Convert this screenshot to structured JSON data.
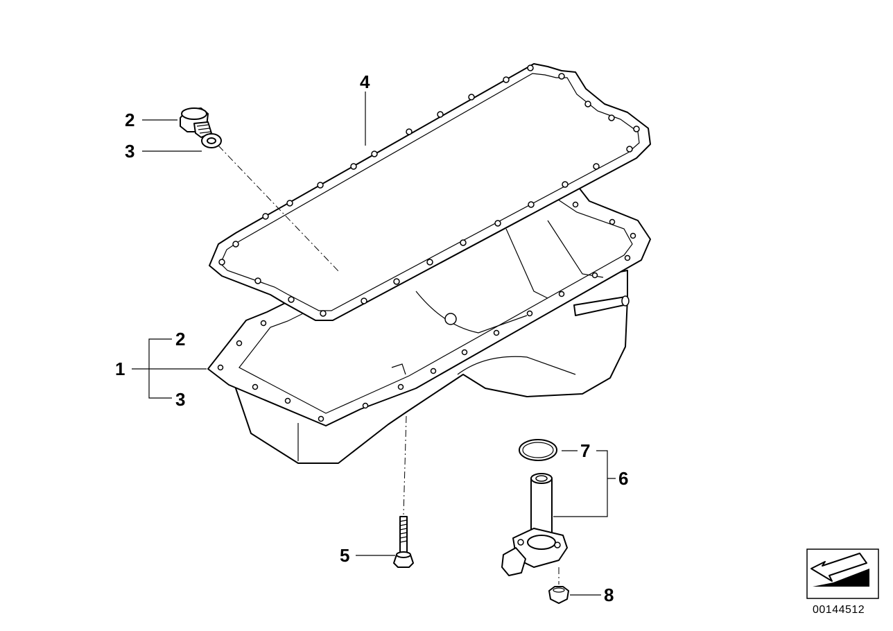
{
  "callouts": {
    "oil_pan": "1",
    "drain_plug": "2",
    "drain_plug_group": "2",
    "seal_ring": "3",
    "seal_ring_group": "3",
    "gasket": "4",
    "bolt": "5",
    "oil_level_sensor": "6",
    "o_ring": "7",
    "nut": "8"
  },
  "diagram_code": "00144512",
  "colors": {
    "line": "#000000",
    "background": "#ffffff"
  },
  "icons": {
    "direction_symbol": "arrow-down-left-icon"
  }
}
